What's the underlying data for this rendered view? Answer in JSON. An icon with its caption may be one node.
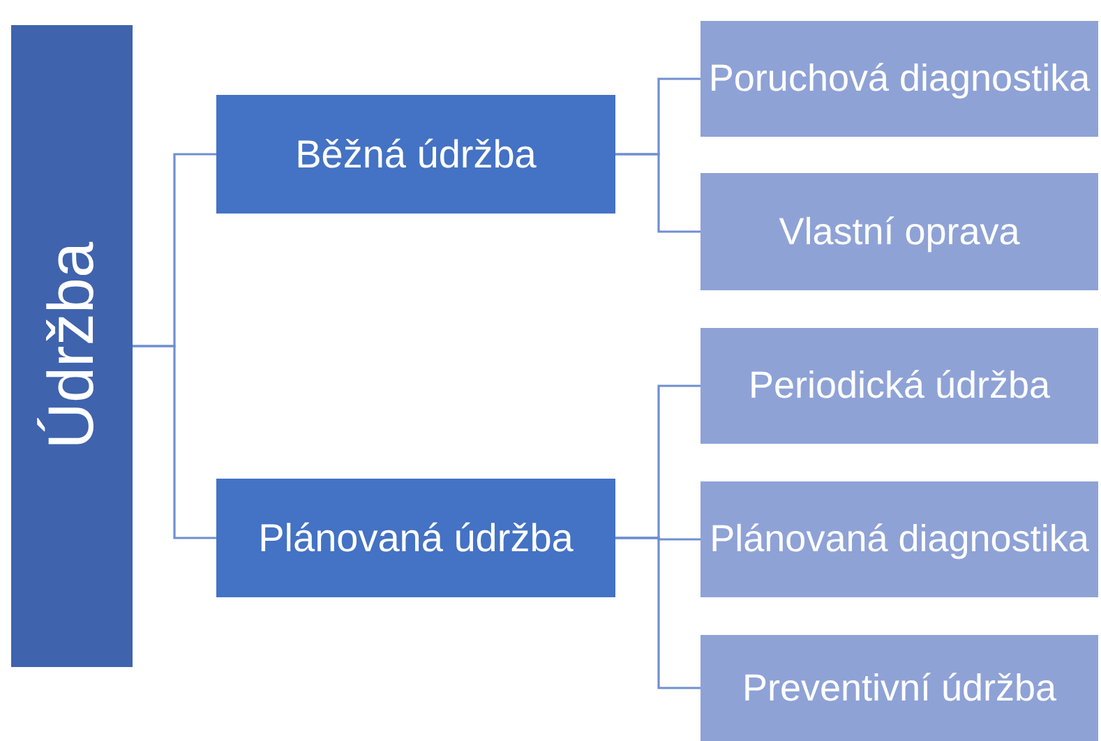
{
  "diagram": {
    "nodes": [
      {
        "text": [
          "Údržba"
        ]
      },
      {
        "text": [
          "Běžná údržba"
        ]
      },
      {
        "text": [
          "Plánovaná údržba"
        ]
      },
      {
        "text": [
          "Poruchová diagnostika"
        ]
      },
      {
        "text": [
          "Vlastní oprava"
        ]
      },
      {
        "text": [
          "Periodická údržba"
        ]
      },
      {
        "text": [
          "Plánovaná diagnostika"
        ]
      },
      {
        "text": [
          "Preventivní údržba"
        ]
      }
    ],
    "edges": [
      {
        "from": 0,
        "to": 1,
        "arrow": "none"
      },
      {
        "from": 0,
        "to": 2,
        "arrow": "none"
      },
      {
        "from": 1,
        "to": 3,
        "arrow": "none"
      },
      {
        "from": 1,
        "to": 4,
        "arrow": "none"
      },
      {
        "from": 2,
        "to": 5,
        "arrow": "none"
      },
      {
        "from": 2,
        "to": 6,
        "arrow": "none"
      },
      {
        "from": 2,
        "to": 7,
        "arrow": "none"
      }
    ]
  }
}
